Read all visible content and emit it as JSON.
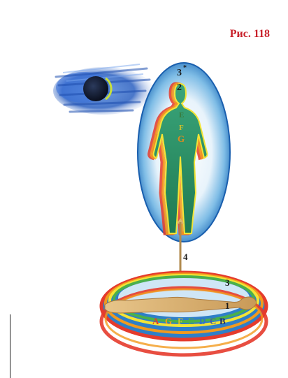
{
  "figure": {
    "caption": "Рис. 118"
  },
  "upper_body_labels": {
    "top": "3",
    "star": "*",
    "second": "2",
    "e": "E",
    "f": "F",
    "g": "G"
  },
  "cord_label": "4",
  "lower_body_labels": {
    "ring": "3",
    "body": "1",
    "letters": [
      "A",
      "G",
      "F",
      "E",
      "D",
      "C",
      "B"
    ]
  },
  "colors": {
    "caption_red": "#c8202a",
    "aura_blue": "#2e7fc8",
    "figure_green": "#2f9a6a",
    "rainbow": [
      "#e53b2c",
      "#f29a1d",
      "#f3e436",
      "#4bb04b",
      "#2f6fd0",
      "#7a3fb0"
    ]
  },
  "icons": {
    "planet": "dark-planet-icon"
  }
}
